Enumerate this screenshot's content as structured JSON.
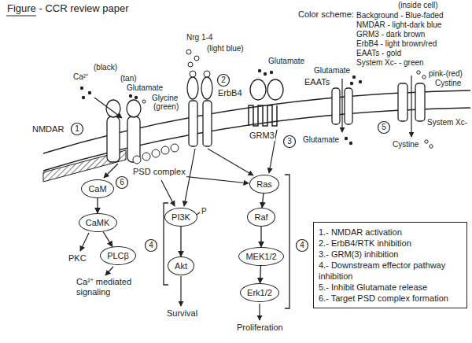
{
  "diagram": {
    "title": "Figure - CCR review paper",
    "nodes": [
      {
        "text": [
          "CaM"
        ]
      },
      {
        "text": [
          "CaMK"
        ]
      },
      {
        "text": [
          "PLCβ"
        ]
      },
      {
        "text": [
          "PI3K"
        ]
      },
      {
        "text": [
          "Akt"
        ]
      },
      {
        "text": [
          "Ras"
        ]
      },
      {
        "text": [
          "Raf"
        ]
      },
      {
        "text": [
          "MEK1/2"
        ]
      },
      {
        "text": [
          "Erk1/2"
        ]
      },
      {
        "text": [
          "1.- NMDAR activation",
          "2.- ErbB4/RTK inhibition",
          "3.- GRM(3) inhibition",
          "4.- Downstream effector pathway inhibition",
          "5.- Inhibit Glutamate release",
          "6.- Target PSD complex formation"
        ]
      }
    ],
    "edges": [
      {
        "from": 0,
        "to": 1,
        "arrow": "to"
      },
      {
        "from": 1,
        "to": 2,
        "arrow": "to"
      },
      {
        "from": 3,
        "to": 4,
        "arrow": "to"
      },
      {
        "from": 5,
        "to": 6,
        "arrow": "to"
      },
      {
        "from": 6,
        "to": 7,
        "arrow": "to"
      },
      {
        "from": 7,
        "to": 8,
        "arrow": "to"
      }
    ],
    "labels": [
      "(inside cell)",
      "Color scheme:",
      "Background - Blue-faded",
      "NMDAR - light-dark blue",
      "GRM3 - dark brown",
      "ErbB4 - light brown/red",
      "EAATs - gold",
      "System Xc- - green",
      "Ca²⁺",
      "(black)",
      "(tan)",
      "Glutamate",
      "Glycine",
      "(green)",
      "NMDAR",
      "1",
      "Nrg 1-4",
      "(light blue)",
      "2",
      "ErbB4",
      "Glutamate",
      "GRM3",
      "3",
      "Glutamate",
      "EAATs",
      "Glutamate",
      "pink-(red)",
      "Cystine",
      "System Xc-",
      "5",
      "Cystine",
      "PSD complex",
      "6",
      "PKC",
      "Ca²⁺ mediated signaling",
      "P",
      "4",
      "Survival",
      "4",
      "Proliferation"
    ]
  }
}
